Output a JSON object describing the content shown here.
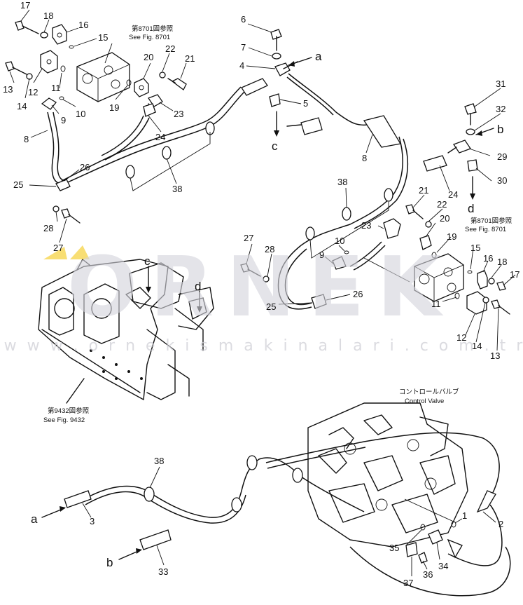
{
  "diagram": {
    "callouts": [
      {
        "id": "c17a",
        "text": "17"
      },
      {
        "id": "c18a",
        "text": "18"
      },
      {
        "id": "c16a",
        "text": "16"
      },
      {
        "id": "c15a",
        "text": "15"
      },
      {
        "id": "c13a",
        "text": "13"
      },
      {
        "id": "c12a",
        "text": "12"
      },
      {
        "id": "c14a",
        "text": "14"
      },
      {
        "id": "c11a",
        "text": "11"
      },
      {
        "id": "c9a",
        "text": "9"
      },
      {
        "id": "c10a",
        "text": "10"
      },
      {
        "id": "c8a",
        "text": "8"
      },
      {
        "id": "c20a",
        "text": "20"
      },
      {
        "id": "c22a",
        "text": "22"
      },
      {
        "id": "c21a",
        "text": "21"
      },
      {
        "id": "c19a",
        "text": "19"
      },
      {
        "id": "c23a",
        "text": "23"
      },
      {
        "id": "c24a",
        "text": "24"
      },
      {
        "id": "c6",
        "text": "6"
      },
      {
        "id": "c7",
        "text": "7"
      },
      {
        "id": "c4",
        "text": "4"
      },
      {
        "id": "c5",
        "text": "5"
      },
      {
        "id": "c26a",
        "text": "26"
      },
      {
        "id": "c25a",
        "text": "25"
      },
      {
        "id": "c38a",
        "text": "38"
      },
      {
        "id": "c28a",
        "text": "28"
      },
      {
        "id": "c27a",
        "text": "27"
      },
      {
        "id": "c8b",
        "text": "8"
      },
      {
        "id": "c31",
        "text": "31"
      },
      {
        "id": "c32",
        "text": "32"
      },
      {
        "id": "c29",
        "text": "29"
      },
      {
        "id": "c30",
        "text": "30"
      },
      {
        "id": "c24b",
        "text": "24"
      },
      {
        "id": "c38b",
        "text": "38"
      },
      {
        "id": "c21b",
        "text": "21"
      },
      {
        "id": "c22b",
        "text": "22"
      },
      {
        "id": "c20b",
        "text": "20"
      },
      {
        "id": "c23b",
        "text": "23"
      },
      {
        "id": "c19b",
        "text": "19"
      },
      {
        "id": "c27b",
        "text": "27"
      },
      {
        "id": "c28b",
        "text": "28"
      },
      {
        "id": "c10b",
        "text": "10"
      },
      {
        "id": "c9b",
        "text": "9"
      },
      {
        "id": "c15b",
        "text": "15"
      },
      {
        "id": "c16b",
        "text": "16"
      },
      {
        "id": "c18b",
        "text": "18"
      },
      {
        "id": "c17b",
        "text": "17"
      },
      {
        "id": "c26b",
        "text": "26"
      },
      {
        "id": "c25b",
        "text": "25"
      },
      {
        "id": "c11b",
        "text": "11"
      },
      {
        "id": "c12b",
        "text": "12"
      },
      {
        "id": "c14b",
        "text": "14"
      },
      {
        "id": "c13b",
        "text": "13"
      },
      {
        "id": "c38c",
        "text": "38"
      },
      {
        "id": "c3",
        "text": "3"
      },
      {
        "id": "c33",
        "text": "33"
      },
      {
        "id": "c2",
        "text": "2"
      },
      {
        "id": "c1",
        "text": "1"
      },
      {
        "id": "c35",
        "text": "35"
      },
      {
        "id": "c34",
        "text": "34"
      },
      {
        "id": "c36",
        "text": "36"
      },
      {
        "id": "c37",
        "text": "37"
      }
    ],
    "letters": [
      {
        "id": "la1",
        "text": "a"
      },
      {
        "id": "lc1",
        "text": "c"
      },
      {
        "id": "lb1",
        "text": "b"
      },
      {
        "id": "ld1",
        "text": "d"
      },
      {
        "id": "lc2",
        "text": "c"
      },
      {
        "id": "ld2",
        "text": "d"
      },
      {
        "id": "la2",
        "text": "a"
      },
      {
        "id": "lb2",
        "text": "b"
      }
    ],
    "references": {
      "fig8701_top_jp": "第8701図参照",
      "fig8701_top_en": "See Fig. 8701",
      "fig8701_right_jp": "第8701図参照",
      "fig8701_right_en": "See Fig. 8701",
      "fig9432_jp": "第9432図参照",
      "fig9432_en": "See Fig. 9432",
      "control_valve_jp": "コントロールバルブ",
      "control_valve_en": "Control Valve"
    }
  },
  "watermark": {
    "brand": "ORNEK",
    "url": "w w w . o r n e k i s m a k i n a l a r i . c o m . t r"
  },
  "colors": {
    "line": "#111111",
    "watermark": "#d4d4dc",
    "accent": "#f2c300"
  }
}
